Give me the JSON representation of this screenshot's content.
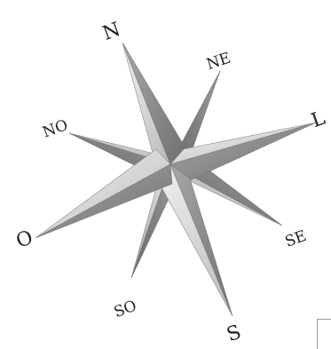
{
  "compass_rose": {
    "labels": {
      "n": "N",
      "ne": "NE",
      "l": "L",
      "se": "SE",
      "s": "S",
      "so": "SO",
      "o": "O",
      "no": "NO"
    }
  }
}
